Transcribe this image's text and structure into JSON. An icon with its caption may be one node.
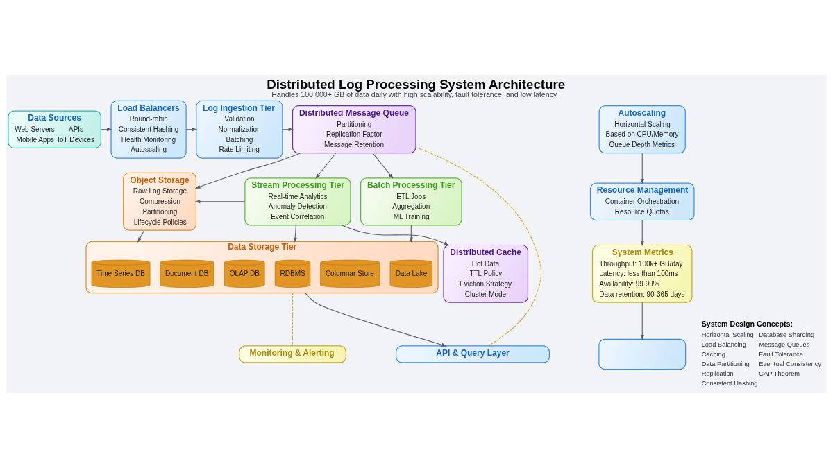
{
  "diagram": {
    "title": "Distributed Log Processing System Architecture",
    "caption": "Handles 100,000+ GB of data daily with high scalability, fault tolerance, and low latency",
    "nodes": [
      {
        "text": [
          "Data Sources",
          "Web Servers",
          "APIs",
          "Mobile Apps",
          "IoT Devices"
        ]
      },
      {
        "text": [
          "Load Balancers",
          "Round-robin",
          "Consistent Hashing",
          "Health Monitoring",
          "Autoscaling"
        ]
      },
      {
        "text": [
          "Log Ingestion Tier",
          "Validation",
          "Normalization",
          "Batching",
          "Rate Limiting"
        ]
      },
      {
        "text": [
          "Distributed Message Queue",
          "Partitioning",
          "Replication Factor",
          "Message Retention"
        ]
      },
      {
        "text": [
          "Autoscaling",
          "Horizontal Scaling",
          "Based on CPU/Memory",
          "Queue Depth Metrics"
        ]
      },
      {
        "text": [
          "Distributed Cache",
          "Hot Data",
          "TTL Policy",
          "Eviction Strategy",
          "Cluster Mode"
        ]
      },
      {
        "text": [
          "Object Storage",
          "Raw Log Storage",
          "Compression",
          "Partitioning",
          "Lifecycle Policies"
        ]
      },
      {
        "text": [
          "Stream Processing Tier",
          "Real-time Analytics",
          "Anomaly Detection",
          "Event Correlation"
        ]
      },
      {
        "text": [
          "Batch Processing Tier",
          "ETL Jobs",
          "Aggregation",
          "ML Training"
        ]
      },
      {
        "text": [
          "Resource Management",
          "Container Orchestration",
          "Resource Quotas"
        ]
      },
      {
        "text": [
          "Data Storage Tier"
        ]
      },
      {
        "text": [
          "Time Series DB"
        ],
        "in": 10
      },
      {
        "text": [
          "Document DB"
        ],
        "in": 10
      },
      {
        "text": [
          "OLAP DB"
        ],
        "in": 10
      },
      {
        "text": [
          "RDBMS"
        ],
        "in": 10
      },
      {
        "text": [
          "Columnar Store"
        ],
        "in": 10
      },
      {
        "text": [
          "Data Lake"
        ],
        "in": 10
      },
      {
        "text": [
          "System Metrics",
          "Throughput: 100k+ GB/day",
          "Latency: less than 100ms",
          "Availability: 99.99%",
          "Data retention: 90-365 days"
        ]
      },
      {
        "text": [
          "API & Query Layer"
        ]
      },
      {
        "text": [
          "Monitoring & Alerting"
        ]
      },
      {
        "text": [],
        "shape": "box"
      }
    ],
    "edges": [
      {
        "from": 0,
        "to": 1,
        "arrow": "to"
      },
      {
        "from": 1,
        "to": 2,
        "arrow": "to"
      },
      {
        "from": 2,
        "to": 3,
        "arrow": "to"
      },
      {
        "from": 3,
        "to": 6,
        "arrow": "to"
      },
      {
        "from": 3,
        "to": 7,
        "arrow": "to"
      },
      {
        "from": 3,
        "to": 8,
        "arrow": "to"
      },
      {
        "from": 7,
        "to": 6,
        "arrow": "to"
      },
      {
        "from": 7,
        "to": 5,
        "arrow": "to"
      },
      {
        "from": 6,
        "to": 10,
        "arrow": "to"
      },
      {
        "from": 7,
        "to": 10,
        "arrow": "to"
      },
      {
        "from": 8,
        "to": 10,
        "arrow": "to"
      },
      {
        "from": 10,
        "to": 18,
        "arrow": "to"
      },
      {
        "from": 4,
        "to": 9,
        "arrow": "to"
      },
      {
        "from": 9,
        "to": 17,
        "arrow": "to"
      },
      {
        "from": 17,
        "to": 20,
        "arrow": "to"
      },
      {
        "from": 3,
        "to": 18,
        "arrow": "none",
        "style": "dashed",
        "color": "#d4a82a"
      },
      {
        "from": 10,
        "to": 19,
        "arrow": "none",
        "style": "dashed",
        "color": "#d4a82a"
      }
    ],
    "labels": [
      "System Design Concepts:",
      "Horizontal Scaling",
      "Load Balancing",
      "Caching",
      "Data Partitioning",
      "Replication",
      "Consistent Hashing",
      "Database Sharding",
      "Message Queues",
      "Fault Tolerance",
      "Eventual Consistency",
      "CAP Theorem"
    ]
  }
}
